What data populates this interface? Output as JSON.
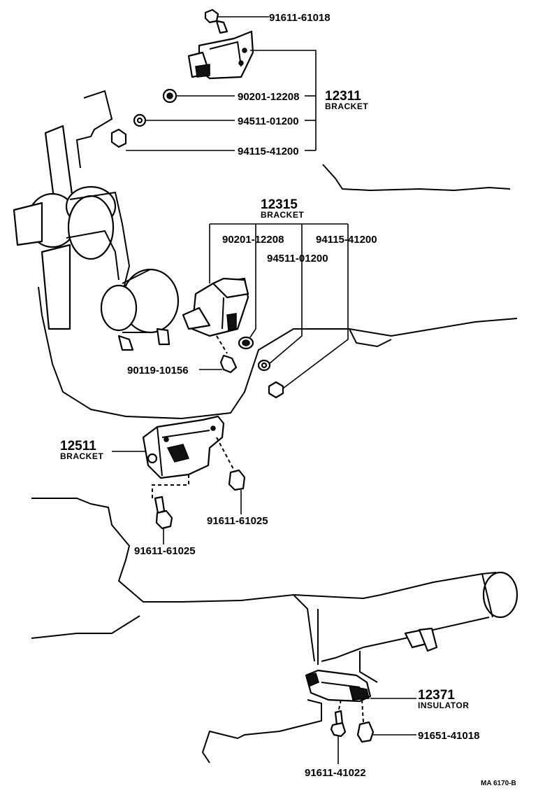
{
  "parts": {
    "p_91611_61018": "91611-61018",
    "p_90201_12208_a": "90201-12208",
    "p_94511_01200_a": "94511-01200",
    "p_94115_41200_a": "94115-41200",
    "g12311_num": "12311",
    "g12311_name": "BRACKET",
    "g12315_num": "12315",
    "g12315_name": "BRACKET",
    "p_90201_12208_b": "90201-12208",
    "p_94115_41200_b": "94115-41200",
    "p_94511_01200_b": "94511-01200",
    "p_90119_10156": "90119-10156",
    "g12511_num": "12511",
    "g12511_name": "BRACKET",
    "p_91611_61025_a": "91611-61025",
    "p_91611_61025_b": "91611-61025",
    "g12371_num": "12371",
    "g12371_name": "INSULATOR",
    "p_91651_41018": "91651-41018",
    "p_91611_41022": "91611-41022",
    "figure_code": "MA 6170-B"
  }
}
